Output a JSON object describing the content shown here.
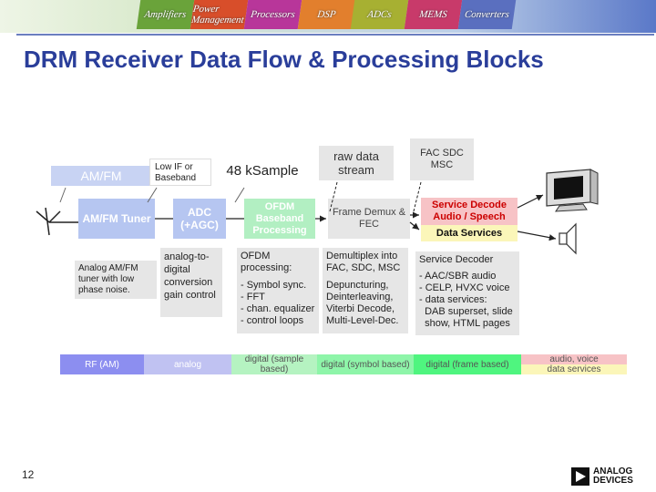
{
  "banner": {
    "tiles": [
      "Amplifiers",
      "Power Management",
      "Processors",
      "DSP",
      "ADCs",
      "MEMS",
      "Converters"
    ]
  },
  "title": "DRM Receiver Data Flow & Processing Blocks",
  "top_labels": {
    "am_fm": "AM/FM",
    "low_if": "Low IF or Baseband",
    "ksample": "48 kSample",
    "raw_data": "raw data stream",
    "fac_sdc_msc": "FAC SDC MSC"
  },
  "blocks": {
    "tuner": "AM/FM Tuner",
    "adc": "ADC (+AGC)",
    "ofdm": "OFDM Baseband Processing",
    "frame": "Frame Demux & FEC",
    "service_decode": "Service Decode Audio / Speech",
    "data_services": "Data Services"
  },
  "notes": {
    "tuner_note": "Analog AM/FM tuner with low phase noise.",
    "adc_note": "analog-to- digital conversion gain control",
    "ofdm_note_title": "OFDM processing:",
    "ofdm_note_items": [
      "- Symbol sync.",
      "- FFT",
      "- chan. equalizer",
      "- control loops"
    ],
    "demux_note": "Demultiplex into FAC, SDC, MSC",
    "demux_note2": "Depuncturing, Deinterleaving, Viterbi Decode, Multi-Level-Dec.",
    "service_note_title": "Service Decoder",
    "service_note_items": [
      "- AAC/SBR audio",
      "- CELP, HVXC voice",
      "- data services:",
      "  DAB superset, slide",
      "  show, HTML pages"
    ]
  },
  "bottom_bar": {
    "rf": "RF (AM)",
    "analog": "analog",
    "digital_sample": "digital (sample based)",
    "digital_symbol": "digital (symbol based)",
    "digital_frame": "digital (frame based)",
    "audio_voice": "audio, voice",
    "data_services": "data services"
  },
  "page_number": "12",
  "logo": {
    "line1": "ANALOG",
    "line2": "DEVICES"
  },
  "colors": {
    "title": "#2a3e9a",
    "block_blue": "#b6c6f1",
    "block_green": "#b2efc2",
    "block_pink": "#f7c3c6",
    "block_yellow": "#fbf6b9",
    "bar_rf": "#8c8ef0",
    "bar_analog": "#c0c2f2",
    "bar_digital_light": "#b5f3c1",
    "bar_digital_mid": "#8ef5a9",
    "bar_digital_bright": "#4ff57f"
  }
}
